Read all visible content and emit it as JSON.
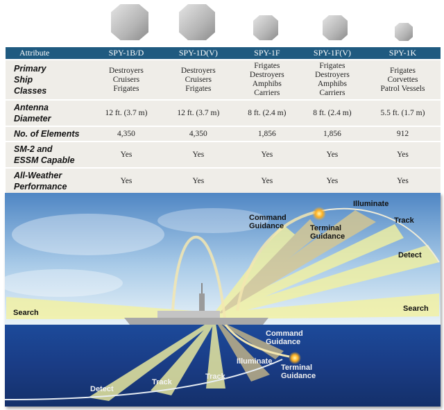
{
  "table": {
    "headers": [
      "Attribute",
      "SPY-1B/D",
      "SPY-1D(V)",
      "SPY-1F",
      "SPY-1F(V)",
      "SPY-1K"
    ],
    "rows": [
      {
        "label": [
          "Primary",
          "Ship",
          "Classes"
        ],
        "values": [
          [
            "Destroyers",
            "Cruisers",
            "Frigates"
          ],
          [
            "Destroyers",
            "Cruisers",
            "Frigates"
          ],
          [
            "Frigates",
            "Destroyers",
            "Amphibs",
            "Carriers"
          ],
          [
            "Frigates",
            "Destroyers",
            "Amphibs",
            "Carriers"
          ],
          [
            "Frigates",
            "Corvettes",
            "Patrol Vessels"
          ]
        ]
      },
      {
        "label": [
          "Antenna",
          "Diameter"
        ],
        "values": [
          [
            "12 ft. (3.7 m)"
          ],
          [
            "12 ft. (3.7 m)"
          ],
          [
            "8 ft. (2.4 m)"
          ],
          [
            "8 ft. (2.4 m)"
          ],
          [
            "5.5 ft. (1.7 m)"
          ]
        ]
      },
      {
        "label": [
          "No. of Elements"
        ],
        "values": [
          [
            "4,350"
          ],
          [
            "4,350"
          ],
          [
            "1,856"
          ],
          [
            "1,856"
          ],
          [
            "912"
          ]
        ]
      },
      {
        "label": [
          "SM-2 and",
          "ESSM Capable"
        ],
        "values": [
          [
            "Yes"
          ],
          [
            "Yes"
          ],
          [
            "Yes"
          ],
          [
            "Yes"
          ],
          [
            "Yes"
          ]
        ]
      },
      {
        "label": [
          "All-Weather",
          "Performance"
        ],
        "values": [
          [
            "Yes"
          ],
          [
            "Yes"
          ],
          [
            "Yes"
          ],
          [
            "Yes"
          ],
          [
            "Yes"
          ]
        ]
      }
    ]
  },
  "diagram": {
    "air": {
      "command_guidance": "Command Guidance",
      "terminal_guidance": "Terminal Guidance",
      "illuminate": "Illuminate",
      "track": "Track",
      "detect": "Detect",
      "search_left": "Search",
      "search_right": "Search"
    },
    "surface": {
      "command_guidance": "Command Guidance",
      "illuminate": "Illuminate",
      "terminal_guidance": "Terminal Guidance",
      "track_1": "Track",
      "track_2": "Track",
      "detect": "Detect"
    }
  },
  "colors": {
    "header": "#1f5a80",
    "row_bg": "#efede8",
    "beam": "#f4f2a0"
  }
}
